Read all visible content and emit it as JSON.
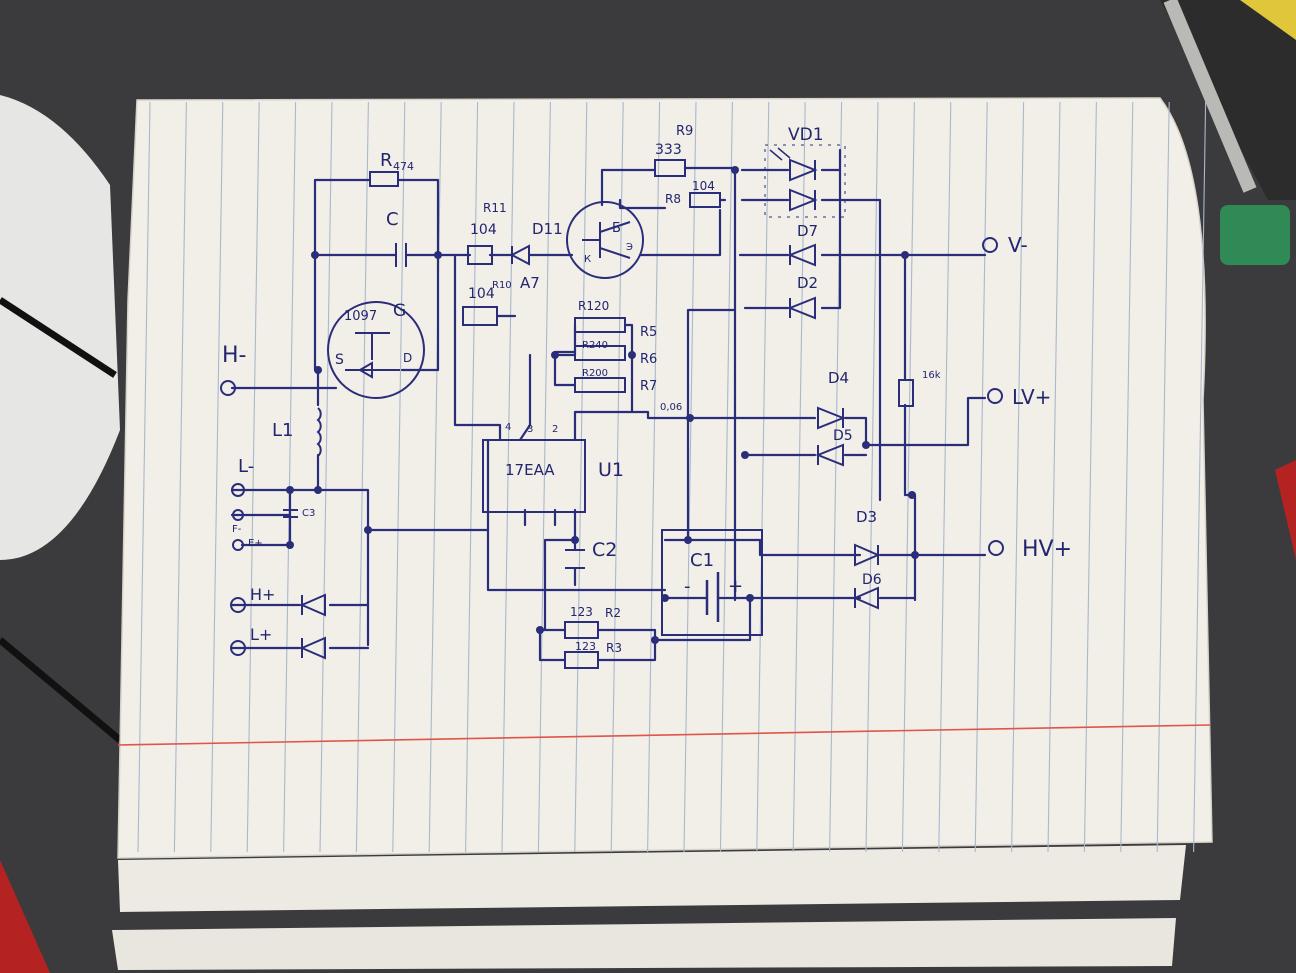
{
  "labels": {
    "r_top": "R",
    "r_top_val": "474",
    "cap_c": "C",
    "mosfet": "1097",
    "gate": "G",
    "source": "S",
    "drain": "D",
    "h_minus": "H-",
    "l1": "L1",
    "l_minus": "L-",
    "c3": "C3",
    "f_minus": "F-",
    "e_plus": "E+",
    "h_plus": "H+",
    "l_plus": "L+",
    "r11": "R11",
    "r11_val": "104",
    "d11": "D11",
    "r10_val": "104",
    "r10": "R10",
    "a7": "A7",
    "r9": "R9",
    "r9_val": "333",
    "r8": "R8",
    "r8_val": "104",
    "q_b": "Б",
    "q_k": "К",
    "q_e": "Э",
    "vd1": "VD1",
    "d7": "D7",
    "d2": "D2",
    "v_minus": "V-",
    "r120": "R120",
    "r5": "R5",
    "r240": "R240",
    "r6": "R6",
    "r200": "R200",
    "r7": "R7",
    "shunt": "0,06",
    "pin4": "4",
    "pin3": "3",
    "pin2": "2",
    "ic": "17EAA",
    "u1": "U1",
    "d4": "D4",
    "d5": "D5",
    "r16k": "16k",
    "lv_plus": "LV+",
    "c2": "C2",
    "c1": "C1",
    "minus": "-",
    "plus": "+",
    "d3": "D3",
    "d6": "D6",
    "hv_plus": "HV+",
    "r2_val": "123",
    "r2": "R2",
    "r3_val": "123",
    "r3": "R3"
  },
  "colors": {
    "background": "#3b3b3d",
    "paper": "#f1efe8",
    "rule_line": "#a9b8cc",
    "margin_line": "#e0554a",
    "ink": "#2a2d7a"
  }
}
